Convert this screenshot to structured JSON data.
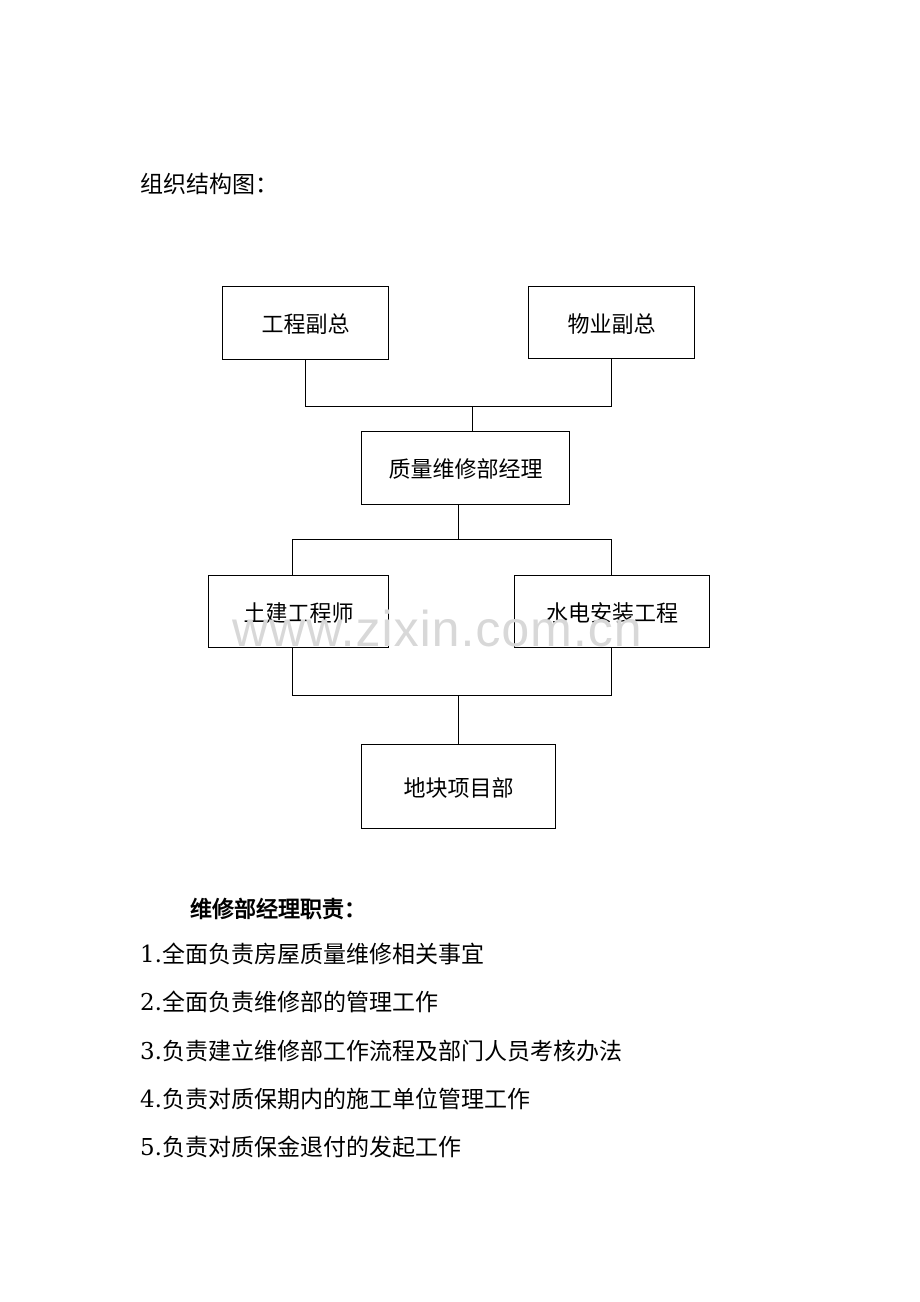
{
  "heading": "组织结构图：",
  "org_chart": {
    "nodes": {
      "engineering_vp": "工程副总",
      "property_vp": "物业副总",
      "qa_manager": "质量维修部经理",
      "civil_engineer": "土建工程师",
      "mep_engineer": "水电安装工程",
      "project_dept": "地块项目部"
    }
  },
  "watermark": "www.zixin.com.cn",
  "duties": {
    "title": "维修部经理职责：",
    "items": [
      "1.全面负责房屋质量维修相关事宜",
      "2.全面负责维修部的管理工作",
      "3.负责建立维修部工作流程及部门人员考核办法",
      "4.负责对质保期内的施工单位管理工作",
      "5.负责对质保金退付的发起工作"
    ]
  }
}
